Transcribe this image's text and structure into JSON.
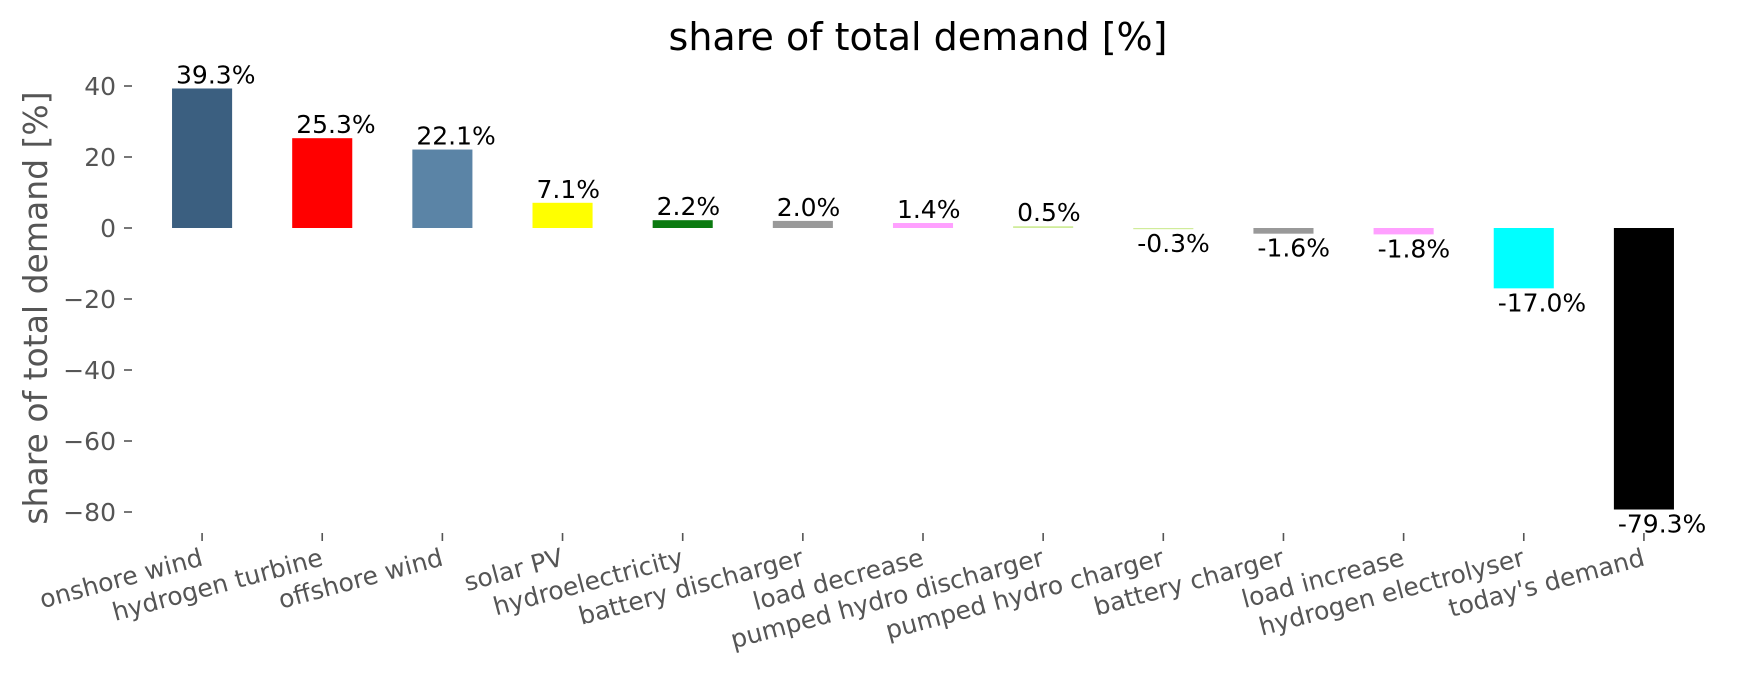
{
  "chart_data": {
    "type": "bar",
    "title": "share of total demand [%]",
    "xlabel": "",
    "ylabel": "share of total demand [%]",
    "ylim": [
      -87,
      45
    ],
    "yticks": [
      40,
      20,
      0,
      -20,
      -40,
      -60,
      -80
    ],
    "ytick_labels": [
      "40",
      "20",
      "0",
      "−20",
      "−40",
      "−60",
      "−80"
    ],
    "grid": false,
    "categories": [
      "onshore wind",
      "hydrogen turbine",
      "offshore wind",
      "solar PV",
      "hydroelectricity",
      "battery discharger",
      "load decrease",
      "pumped hydro discharger",
      "pumped hydro charger",
      "battery charger",
      "load increase",
      "hydrogen electrolyser",
      "today's demand"
    ],
    "values": [
      39.3,
      25.3,
      22.1,
      7.1,
      2.2,
      2.0,
      1.4,
      0.5,
      -0.3,
      -1.6,
      -1.8,
      -17.0,
      -79.3
    ],
    "data_labels": [
      "39.3%",
      "25.3%",
      "22.1%",
      "7.1%",
      "2.2%",
      "2.0%",
      "1.4%",
      "0.5%",
      "-0.3%",
      "-1.6%",
      "-1.8%",
      "-17.0%",
      "-79.3%"
    ],
    "colors": [
      "#3b5f80",
      "#ff0000",
      "#5b84a6",
      "#ffff00",
      "#0b7a10",
      "#999999",
      "#ffa0ff",
      "#d0ec9a",
      "#d0ec9a",
      "#999999",
      "#ffa0ff",
      "#00ffff",
      "#000000"
    ]
  }
}
